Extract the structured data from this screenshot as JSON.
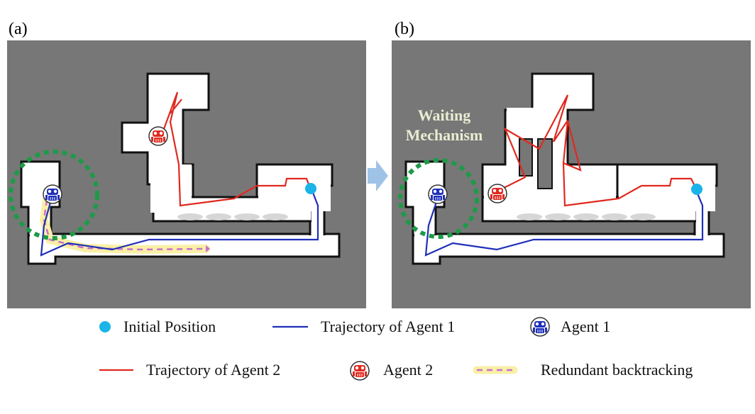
{
  "panels": {
    "a": {
      "label": "(a)"
    },
    "b": {
      "label": "(b)",
      "annotation_line1": "Waiting",
      "annotation_line2": "Mechanism"
    }
  },
  "legend": {
    "initial_position": "Initial Position",
    "trajectory_agent1": "Trajectory of Agent 1",
    "agent1": "Agent 1",
    "trajectory_agent2": "Trajectory of Agent 2",
    "agent2": "Agent 2",
    "redundant_backtracking": "Redundant backtracking"
  },
  "colors": {
    "map_background": "#777777",
    "free_space": "#ffffff",
    "initial_position": "#1ab4e8",
    "agent1": "#1f2fb8",
    "agent2": "#e0291f",
    "waiting_ring": "#1e9a48",
    "backtrack_fill": "#f9f0a6",
    "backtrack_dash": "#c86fd0",
    "transition_arrow": "#9fc3e6"
  }
}
